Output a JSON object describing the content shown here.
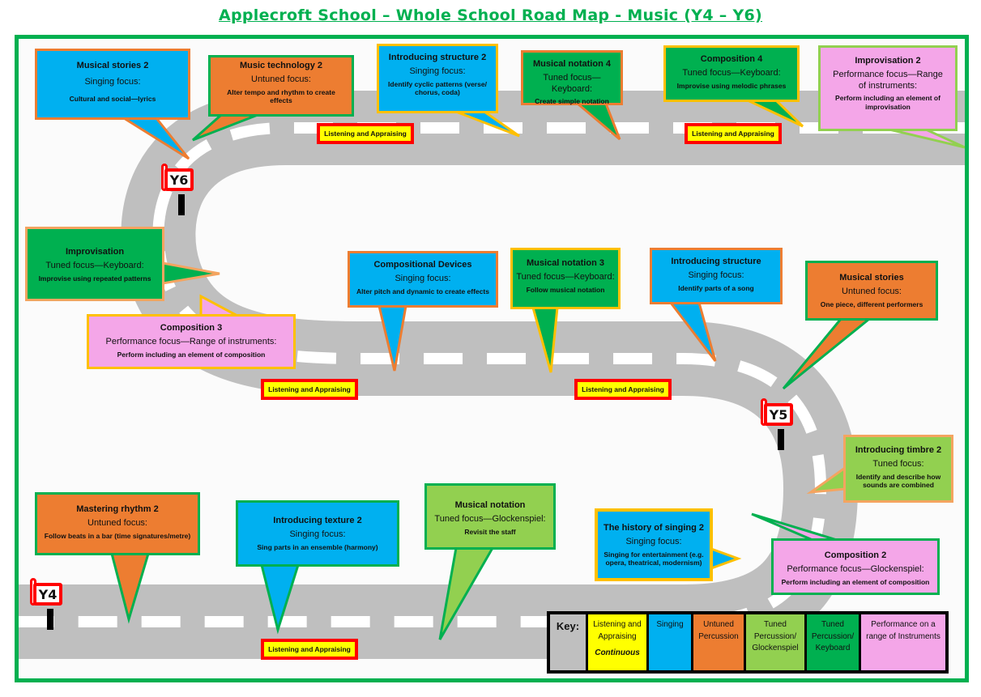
{
  "title": "Applecroft School – Whole School Road Map - Music (Y4 – Y6)",
  "colors": {
    "frame": "#00b050",
    "road": "#bfbfbf",
    "singing": "#00b0f0",
    "untuned": "#ed7d31",
    "tuned_glock": "#92d050",
    "tuned_keyboard": "#00b050",
    "performance": "#f4a6e8",
    "listening": "#ffff00",
    "listening_border": "#ff0000"
  },
  "signs": {
    "y6": "Y6",
    "y5": "Y5",
    "y4": "Y4"
  },
  "listening_label": "Listening and Appraising",
  "units": [
    {
      "title": "Musical stories 2",
      "focus": "Singing focus:",
      "detail": "Cultural and social—lyrics"
    },
    {
      "title": "Music technology 2",
      "focus": "Untuned focus:",
      "detail": "Alter tempo and rhythm to create effects"
    },
    {
      "title": "Introducing structure 2",
      "focus": "Singing focus:",
      "detail": "Identify cyclic patterns (verse/ chorus, coda)"
    },
    {
      "title": "Musical notation 4",
      "focus": "Tuned focus—Keyboard:",
      "detail": "Create simple notation"
    },
    {
      "title": "Composition 4",
      "focus": "Tuned focus—Keyboard:",
      "detail": "Improvise using melodic phrases"
    },
    {
      "title": "Improvisation 2",
      "focus": "Performance focus—Range of instruments:",
      "detail": "Perform including an element of improvisation"
    },
    {
      "title": "Improvisation",
      "focus": "Tuned focus—Keyboard:",
      "detail": "Improvise using repeated patterns"
    },
    {
      "title": "Composition 3",
      "focus": "Performance focus—Range of instruments:",
      "detail": "Perform including an element of composition"
    },
    {
      "title": "Compositional Devices",
      "focus": "Singing focus:",
      "detail": "Alter pitch and dynamic to create effects"
    },
    {
      "title": "Musical notation 3",
      "focus": "Tuned focus—Keyboard:",
      "detail": "Follow musical notation"
    },
    {
      "title": "Introducing structure",
      "focus": "Singing focus:",
      "detail": "Identify parts of a song"
    },
    {
      "title": "Musical stories",
      "focus": "Untuned focus:",
      "detail": "One piece, different performers"
    },
    {
      "title": "Introducing timbre 2",
      "focus": "Tuned focus:",
      "detail": "Identify and describe how sounds are combined"
    },
    {
      "title": "Mastering rhythm 2",
      "focus": "Untuned focus:",
      "detail": "Follow beats in a bar (time signatures/metre)"
    },
    {
      "title": "Introducing texture 2",
      "focus": "Singing focus:",
      "detail": "Sing parts in an ensemble (harmony)"
    },
    {
      "title": "Musical notation",
      "focus": "Tuned focus—Glockenspiel:",
      "detail": "Revisit the staff"
    },
    {
      "title": "The history of singing 2",
      "focus": "Singing  focus:",
      "detail": "Singing for entertainment (e.g. opera, theatrical, modernism)"
    },
    {
      "title": "Composition 2",
      "focus": "Performance focus—Glockenspiel:",
      "detail": "Perform including an element of composition"
    }
  ],
  "key": {
    "label": "Key:",
    "items": [
      {
        "label": "Listening and Appraising",
        "note": "Continuous"
      },
      {
        "label": "Singing"
      },
      {
        "label": "Untuned Percussion"
      },
      {
        "label": "Tuned Percussion/ Glockenspiel"
      },
      {
        "label": "Tuned Percussion/ Keyboard"
      },
      {
        "label": "Performance on a range of Instruments"
      }
    ]
  }
}
